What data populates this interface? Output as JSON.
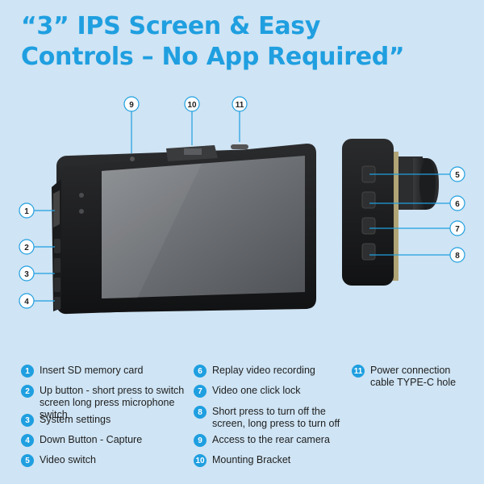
{
  "headline": {
    "line1": "“3” IPS Screen & Easy",
    "line2": "Controls – No App Required”"
  },
  "accent_color": "#1f9fe0",
  "background_color": "#cfe4f4",
  "callouts": [
    "1",
    "2",
    "3",
    "4",
    "5",
    "6",
    "7",
    "8",
    "9",
    "10",
    "11"
  ],
  "legend": [
    {
      "num": "1",
      "text": "Insert SD memory card"
    },
    {
      "num": "2",
      "text": "Up button - short press to switch screen long press microphone switch"
    },
    {
      "num": "3",
      "text": "System settings"
    },
    {
      "num": "4",
      "text": "Down Button - Capture"
    },
    {
      "num": "5",
      "text": "Video switch"
    },
    {
      "num": "6",
      "text": "Replay video recording"
    },
    {
      "num": "7",
      "text": "Video one click lock"
    },
    {
      "num": "8",
      "text": "Short press to turn off the screen, long press to turn off"
    },
    {
      "num": "9",
      "text": "Access to the rear camera"
    },
    {
      "num": "10",
      "text": "Mounting Bracket"
    },
    {
      "num": "11",
      "text": "Power connection cable TYPE-C hole"
    }
  ]
}
